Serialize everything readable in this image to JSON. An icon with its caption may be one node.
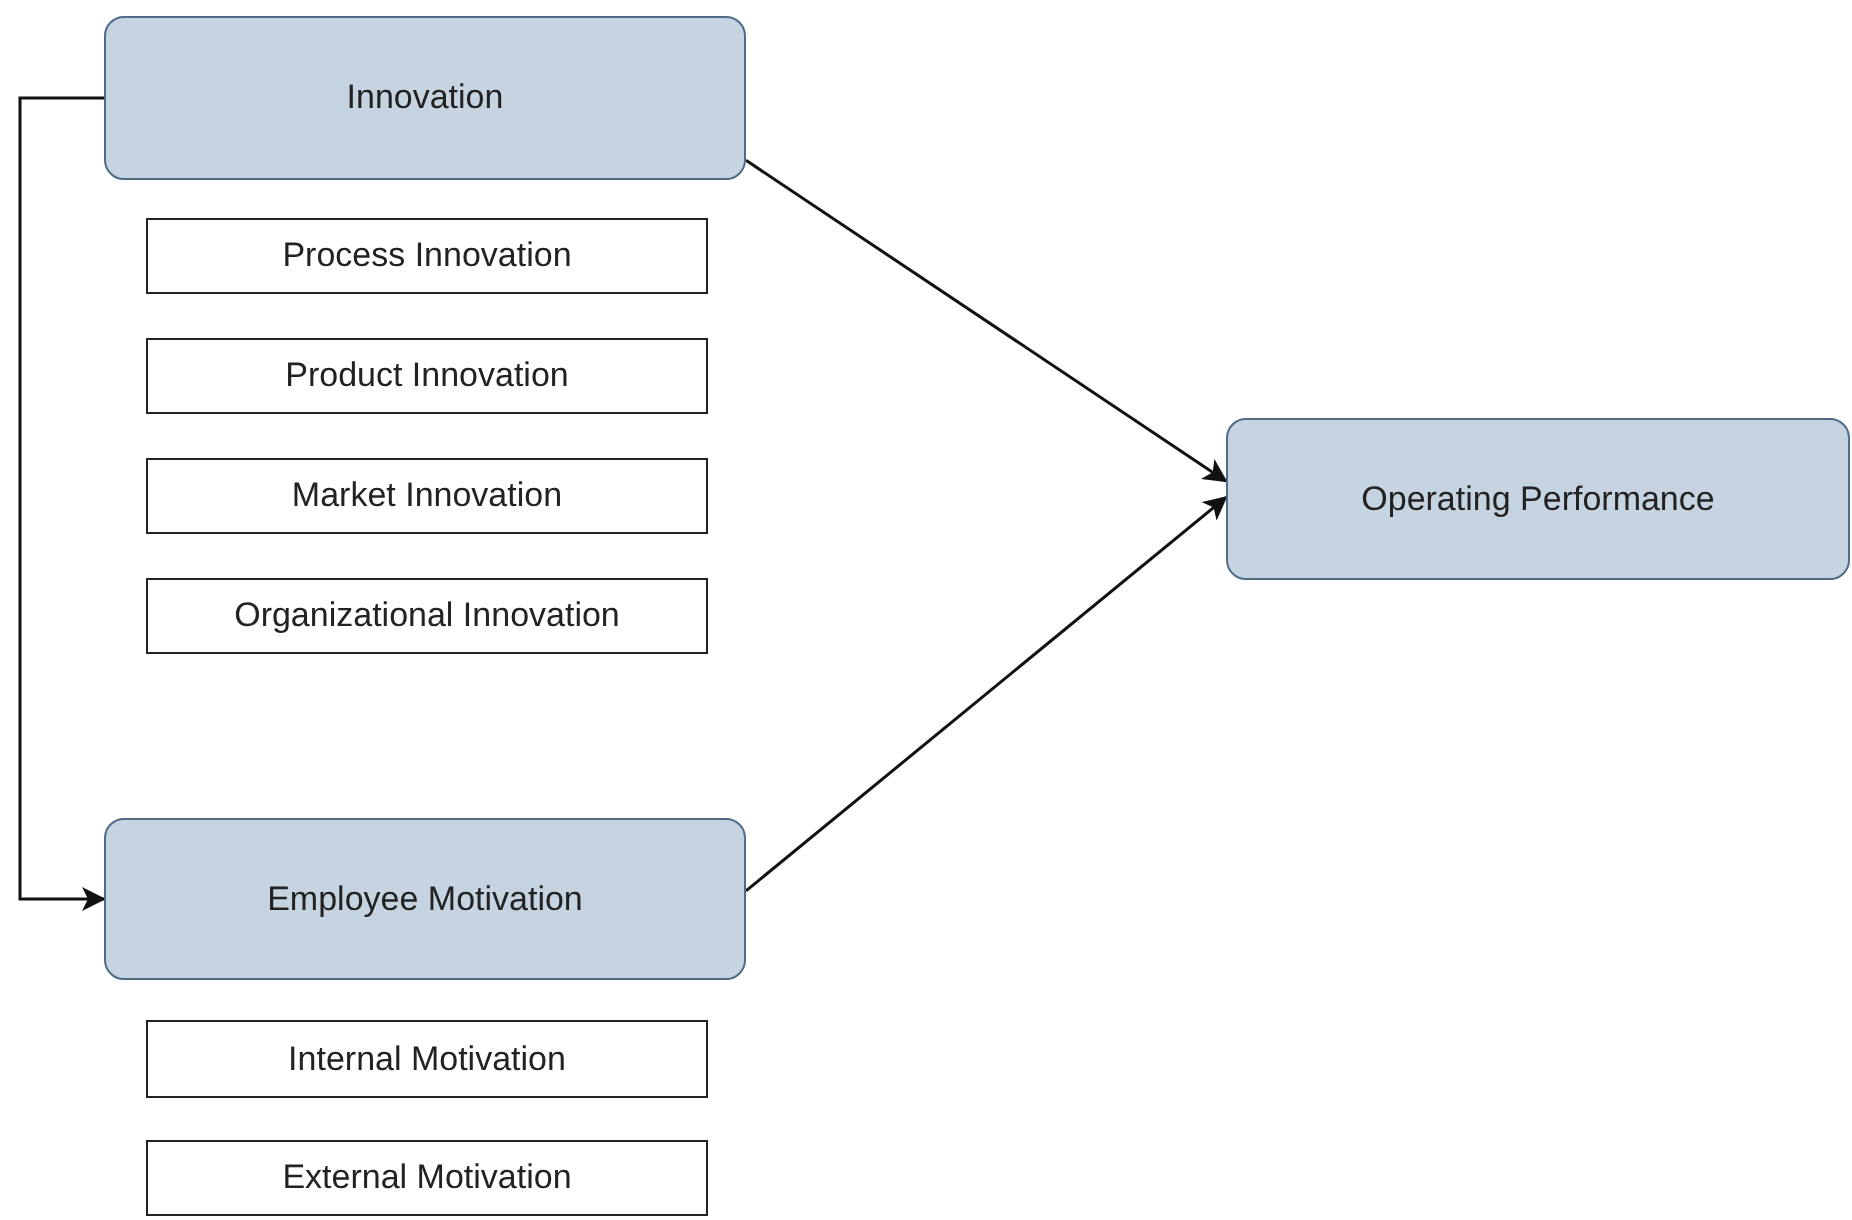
{
  "diagram": {
    "nodes": [
      {
        "text": [
          "Innovation"
        ]
      },
      {
        "text": [
          "Process Innovation"
        ]
      },
      {
        "text": [
          "Product Innovation"
        ]
      },
      {
        "text": [
          "Market Innovation"
        ]
      },
      {
        "text": [
          "Organizational Innovation"
        ]
      },
      {
        "text": [
          "Employee Motivation"
        ]
      },
      {
        "text": [
          "Internal Motivation"
        ]
      },
      {
        "text": [
          "External Motivation"
        ]
      },
      {
        "text": [
          "Operating Performance"
        ]
      }
    ],
    "edges": [
      {
        "from": 0,
        "to": 5,
        "arrow": "to"
      },
      {
        "from": 0,
        "to": 8,
        "arrow": "to"
      },
      {
        "from": 5,
        "to": 8,
        "arrow": "to"
      }
    ]
  }
}
